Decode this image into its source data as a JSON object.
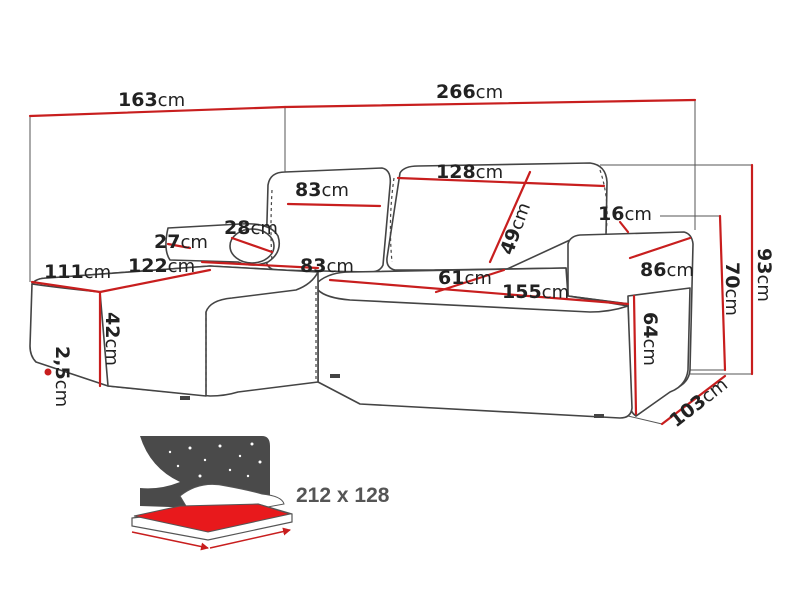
{
  "colors": {
    "dimension_line": "#c81e1e",
    "outline": "#444444",
    "text": "#222222",
    "bed_fill": "#e8191c",
    "night_sky": "#4a4a4a"
  },
  "unit": "cm",
  "dimensions": {
    "chaise_total_width": "163",
    "overall_length": "266",
    "back_cushion_width": "128",
    "back_cushion_height": "49",
    "armrest_width": "16",
    "sofa_height": "93",
    "arm_height": "70",
    "armrest_depth": "86",
    "seat_height": "64",
    "sofa_depth": "103",
    "seat_width": "155",
    "seat_depth": "61",
    "chaise_back_cushion_width": "83",
    "chaise_seat_width": "83",
    "bolster_length": "28",
    "bolster_diameter": "27",
    "chaise_length": "122",
    "chaise_width": "111",
    "chaise_height": "42",
    "leg_height": "2,5"
  },
  "bed": {
    "size_label": "212 x 128",
    "icon": "sleeping-function-icon"
  }
}
